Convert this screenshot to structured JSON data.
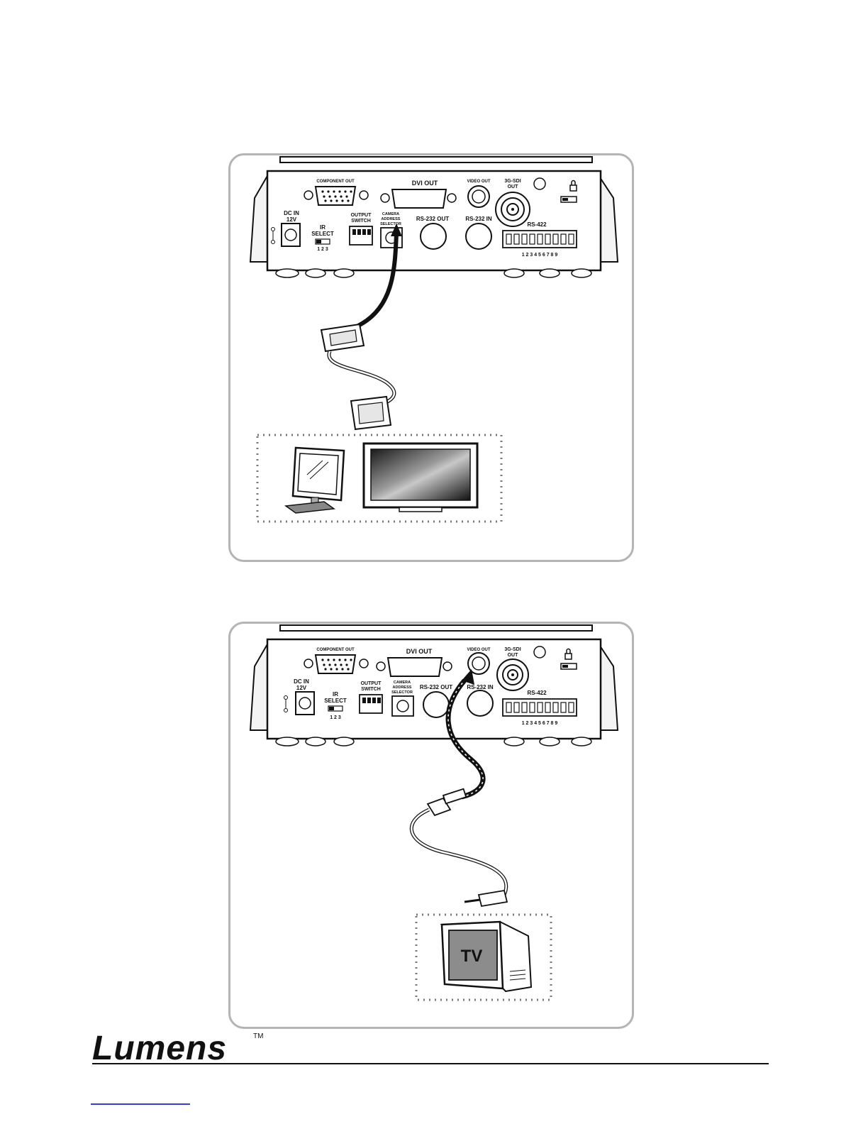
{
  "device_labels": {
    "component_out": "COMPONENT OUT",
    "dvi_out": "DVI OUT",
    "video_out": "VIDEO OUT",
    "sdi_out_line1": "3G-SDI",
    "sdi_out_line2": "OUT",
    "dc_in_line1": "DC IN",
    "dc_in_line2": "12V",
    "ir_line1": "IR",
    "ir_line2": "SELECT",
    "ir_numbers": "1  2  3",
    "output_switch_line1": "OUTPUT",
    "output_switch_line2": "SWITCH",
    "camera_address_line1": "CAMERA",
    "camera_address_line2": "ADDRESS",
    "camera_address_line3": "SELECTOR",
    "rs232_out": "RS-232 OUT",
    "rs232_in": "RS-232 IN",
    "rs422": "RS-422",
    "rs422_numbers": "1 2 3 4 5 6 7 8 9"
  },
  "tv_label": "TV",
  "footer": {
    "brand": "Lumens",
    "trademark": "TM"
  },
  "colors": {
    "panel_border": "#b4b4b4",
    "ink": "#111111",
    "link_underline": "#3b3bcf"
  }
}
